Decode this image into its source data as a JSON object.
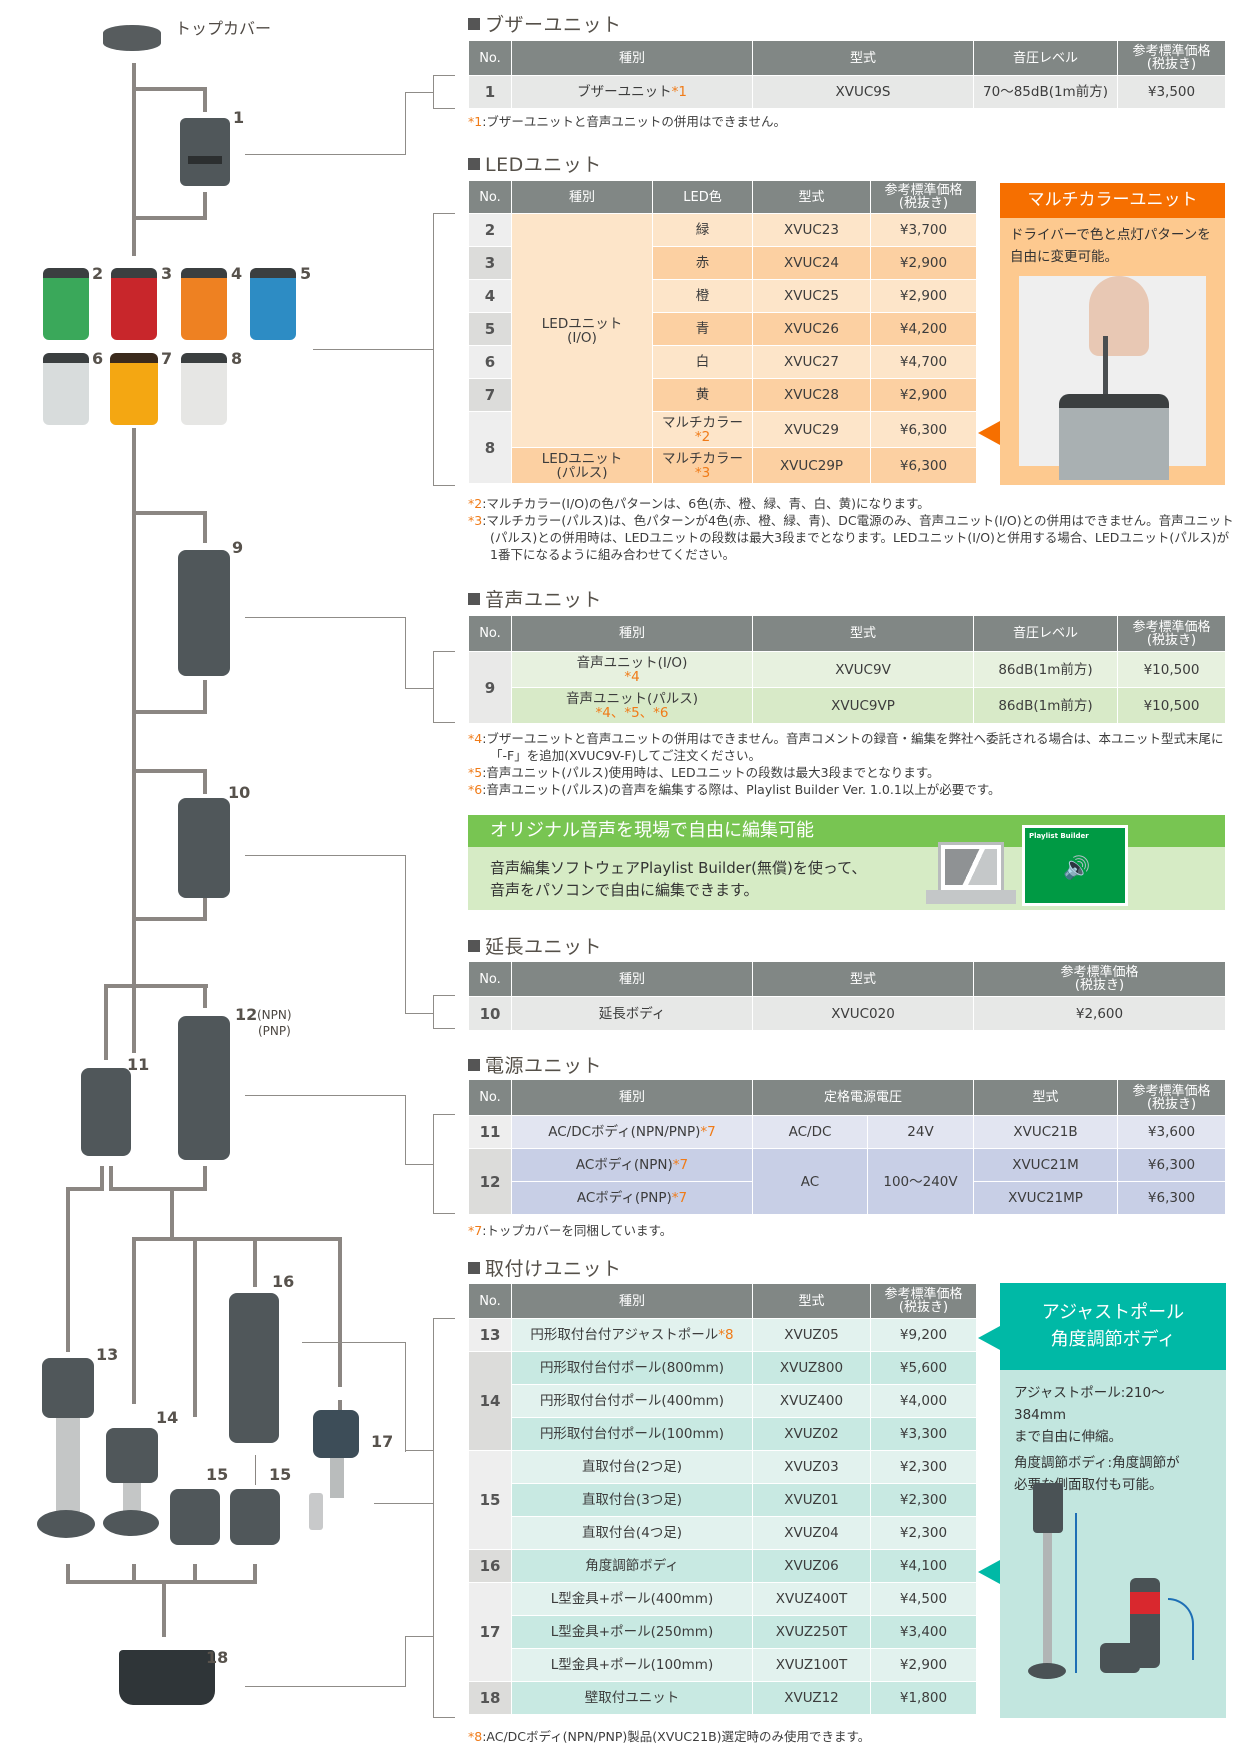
{
  "diagram": {
    "top_cover_label": "トップカバー",
    "unit_labels": [
      "1",
      "2",
      "3",
      "4",
      "5",
      "6",
      "7",
      "8",
      "9",
      "10",
      "11",
      "12",
      "13",
      "14",
      "15",
      "15",
      "16",
      "17",
      "18"
    ],
    "unit12_sub1": "(NPN)",
    "unit12_sub2": "(PNP)",
    "led_colors": {
      "2": "#3aa85a",
      "3": "#c8262b",
      "4": "#ee8122",
      "5": "#2d8cc4",
      "6": "#d8dcdc",
      "7": "#f4a712",
      "8": "#e6e6e4"
    }
  },
  "buzzer": {
    "title": "ブザーユニット",
    "headers": [
      "No.",
      "種別",
      "型式",
      "音圧レベル",
      "参考標準価格",
      "(税抜き)"
    ],
    "row": {
      "no": "1",
      "type": "ブザーユニット",
      "star": "*1",
      "model": "XVUC9S",
      "level": "70～85dB(1m前方)",
      "price": "¥3,500"
    },
    "note_mark": "*1",
    "note": ":ブザーユニットと音声ユニットの併用はできません。"
  },
  "led": {
    "title": "LEDユニット",
    "headers": [
      "No.",
      "種別",
      "LED色",
      "型式",
      "参考標準価格",
      "(税抜き)"
    ],
    "type_io_1": "LEDユニット",
    "type_io_2": "(I/O)",
    "type_pulse_1": "LEDユニット",
    "type_pulse_2": "(パルス)",
    "rows": [
      {
        "no": "2",
        "color": "緑",
        "model": "XVUC23",
        "price": "¥3,700"
      },
      {
        "no": "3",
        "color": "赤",
        "model": "XVUC24",
        "price": "¥2,900"
      },
      {
        "no": "4",
        "color": "橙",
        "model": "XVUC25",
        "price": "¥2,900"
      },
      {
        "no": "5",
        "color": "青",
        "model": "XVUC26",
        "price": "¥4,200"
      },
      {
        "no": "6",
        "color": "白",
        "model": "XVUC27",
        "price": "¥4,700"
      },
      {
        "no": "7",
        "color": "黄",
        "model": "XVUC28",
        "price": "¥2,900"
      }
    ],
    "row8_no": "8",
    "row8a": {
      "color": "マルチカラー",
      "star": "*2",
      "model": "XVUC29",
      "price": "¥6,300"
    },
    "row8b": {
      "color": "マルチカラー",
      "star": "*3",
      "model": "XVUC29P",
      "price": "¥6,300"
    },
    "notes": [
      {
        "mark": "*2",
        "text": ":マルチカラー(I/O)の色パターンは、6色(赤、橙、緑、青、白、黄)になります。"
      },
      {
        "mark": "*3",
        "text": ":マルチカラー(パルス)は、色パターンが4色(赤、橙、緑、青)、DC電源のみ、音声ユニット(I/O)との併用はできません。音声ユニット"
      },
      {
        "mark": "",
        "text": "(パルス)との併用時は、LEDユニットの段数は最大3段までとなります。LEDユニット(I/O)と併用する場合、LEDユニット(パルス)が"
      },
      {
        "mark": "",
        "text": "1番下になるように組み合わせてください。"
      }
    ],
    "box": {
      "title": "マルチカラーユニット",
      "line1": "ドライバーで色と点灯パターンを",
      "line2": "自由に変更可能。"
    }
  },
  "audio": {
    "title": "音声ユニット",
    "headers": [
      "No.",
      "種別",
      "型式",
      "音圧レベル",
      "参考標準価格",
      "(税抜き)"
    ],
    "no": "9",
    "rows": [
      {
        "type": "音声ユニット(I/O)",
        "star": "*4",
        "model": "XVUC9V",
        "level": "86dB(1m前方)",
        "price": "¥10,500"
      },
      {
        "type": "音声ユニット(パルス)",
        "star": "*4、*5、*6",
        "model": "XVUC9VP",
        "level": "86dB(1m前方)",
        "price": "¥10,500"
      }
    ],
    "notes": [
      {
        "mark": "*4",
        "text": ":ブザーユニットと音声ユニットの併用はできません。音声コメントの録音・編集を弊社へ委託される場合は、本ユニット型式末尾に"
      },
      {
        "mark": "",
        "text": "「-F」を追加(XVUC9V-F)してご注文ください。"
      },
      {
        "mark": "*5",
        "text": ":音声ユニット(パルス)使用時は、LEDユニットの段数は最大3段までとなります。"
      },
      {
        "mark": "*6",
        "text": ":音声ユニット(パルス)の音声を編集する際は、Playlist Builder Ver. 1.0.1以上が必要です。"
      }
    ],
    "banner": {
      "title": "オリジナル音声を現場で自由に編集可能",
      "line1": "音声編集ソフトウェアPlaylist Builder(無償)を使って、",
      "line2": "音声をパソコンで自由に編集できます。",
      "app_name": "Playlist Builder"
    }
  },
  "extension": {
    "title": "延長ユニット",
    "headers": [
      "No.",
      "種別",
      "型式",
      "参考標準価格",
      "(税抜き)"
    ],
    "row": {
      "no": "10",
      "type": "延長ボディ",
      "model": "XVUC020",
      "price": "¥2,600"
    }
  },
  "power": {
    "title": "電源ユニット",
    "headers": [
      "No.",
      "種別",
      "定格電源電圧",
      "型式",
      "参考標準価格",
      "(税抜き)"
    ],
    "row11": {
      "no": "11",
      "type": "AC/DCボディ(NPN/PNP)",
      "star": "*7",
      "v1": "AC/DC",
      "v2": "24V",
      "model": "XVUC21B",
      "price": "¥3,600"
    },
    "row12_no": "12",
    "row12_v1": "AC",
    "row12_v2": "100～240V",
    "row12a": {
      "type": "ACボディ(NPN)",
      "star": "*7",
      "model": "XVUC21M",
      "price": "¥6,300"
    },
    "row12b": {
      "type": "ACボディ(PNP)",
      "star": "*7",
      "model": "XVUC21MP",
      "price": "¥6,300"
    },
    "note_mark": "*7",
    "note": ":トップカバーを同梱しています。"
  },
  "mount": {
    "title": "取付けユニット",
    "headers": [
      "No.",
      "種別",
      "型式",
      "参考標準価格",
      "(税抜き)"
    ],
    "groups": [
      {
        "no": "13",
        "rows": [
          {
            "type": "円形取付台付アジャストポール",
            "star": "*8",
            "model": "XVUZ05",
            "price": "¥9,200"
          }
        ]
      },
      {
        "no": "14",
        "rows": [
          {
            "type": "円形取付台付ポール(800mm)",
            "model": "XVUZ800",
            "price": "¥5,600"
          },
          {
            "type": "円形取付台付ポール(400mm)",
            "model": "XVUZ400",
            "price": "¥4,000"
          },
          {
            "type": "円形取付台付ポール(100mm)",
            "model": "XVUZ02",
            "price": "¥3,300"
          }
        ]
      },
      {
        "no": "15",
        "rows": [
          {
            "type": "直取付台(2つ足)",
            "model": "XVUZ03",
            "price": "¥2,300"
          },
          {
            "type": "直取付台(3つ足)",
            "model": "XVUZ01",
            "price": "¥2,300"
          },
          {
            "type": "直取付台(4つ足)",
            "model": "XVUZ04",
            "price": "¥2,300"
          }
        ]
      },
      {
        "no": "16",
        "rows": [
          {
            "type": "角度調節ボディ",
            "model": "XVUZ06",
            "price": "¥4,100"
          }
        ]
      },
      {
        "no": "17",
        "rows": [
          {
            "type": "L型金具+ポール(400mm)",
            "model": "XVUZ400T",
            "price": "¥4,500"
          },
          {
            "type": "L型金具+ポール(250mm)",
            "model": "XVUZ250T",
            "price": "¥3,400"
          },
          {
            "type": "L型金具+ポール(100mm)",
            "model": "XVUZ100T",
            "price": "¥2,900"
          }
        ]
      },
      {
        "no": "18",
        "rows": [
          {
            "type": "壁取付ユニット",
            "model": "XVUZ12",
            "price": "¥1,800"
          }
        ]
      }
    ],
    "note_mark": "*8",
    "note": ":AC/DCボディ(NPN/PNP)製品(XVUC21B)選定時のみ使用できます。",
    "box": {
      "title1": "アジャストポール",
      "title2": "角度調節ボディ",
      "line1": "アジャストポール:210～384mm",
      "line2": "まで自由に伸縮。",
      "line3": "角度調節ボディ:角度調節が",
      "line4": "必要な側面取付も可能。"
    }
  }
}
